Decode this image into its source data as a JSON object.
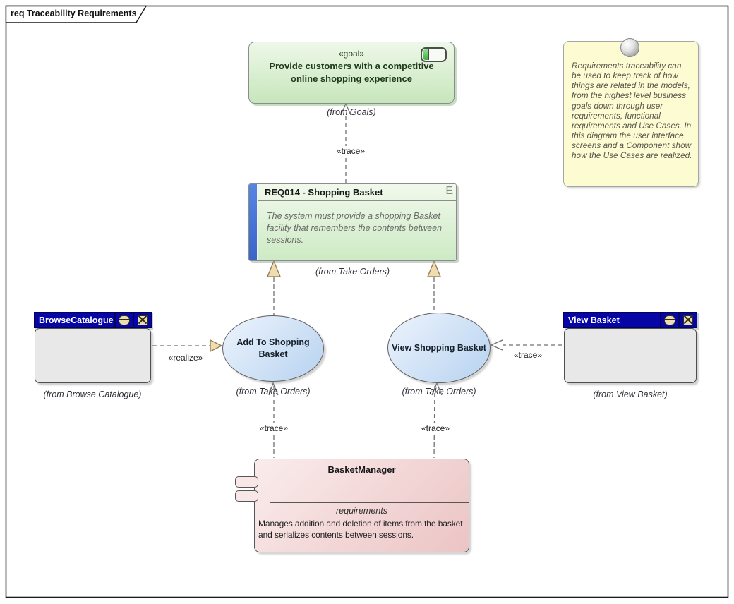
{
  "frame": {
    "title": "req Traceability Requirements"
  },
  "goal": {
    "stereotype": "«goal»",
    "name": "Provide customers with a competitive online shopping experience",
    "from": "(from Goals)"
  },
  "requirement": {
    "name": "REQ014 - Shopping Basket",
    "kind_letter": "E",
    "text": "The system must provide a shopping Basket facility that remembers the contents between sessions.",
    "from": "(from Take Orders)"
  },
  "use_cases": [
    {
      "name": "Add To Shopping Basket",
      "from": "(from Take Orders)"
    },
    {
      "name": "View Shopping Basket",
      "from": "(from Take Orders)"
    }
  ],
  "screens": [
    {
      "name": "BrowseCatalogue",
      "from": "(from Browse Catalogue)"
    },
    {
      "name": "View Basket",
      "from": "(from View Basket)"
    }
  ],
  "component": {
    "name": "BasketManager",
    "section_label": "requirements",
    "description": "Manages addition and deletion of items from the basket and serializes contents between sessions."
  },
  "note": {
    "text": "Requirements traceability can be used to keep track of how things are related in the models, from the highest level business goals down through user requirements, functional requirements and Use Cases.  In this diagram the user interface screens and a Component show how the Use Cases are realized."
  },
  "labels": {
    "trace": "«trace»",
    "realize": "«realize»"
  },
  "colors": {
    "goal_fill_top": "#eef8e8",
    "goal_fill_bottom": "#c7e6bc",
    "requirement_bar": "#4576d8",
    "requirement_fill_bottom": "#cdeac4",
    "usecase_fill_light": "#edf4fd",
    "usecase_fill_dark": "#b7d2f0",
    "screen_titlebar": "#0606a6",
    "screen_body": "#e8e8e8",
    "component_fill_light": "#faecec",
    "component_fill_dark": "#ecc4c4",
    "note_fill": "#fdfbd2",
    "connector_stroke": "#707070",
    "arrow_tan_fill": "#f0ddae",
    "arrow_tan_stroke": "#8a7a55"
  }
}
